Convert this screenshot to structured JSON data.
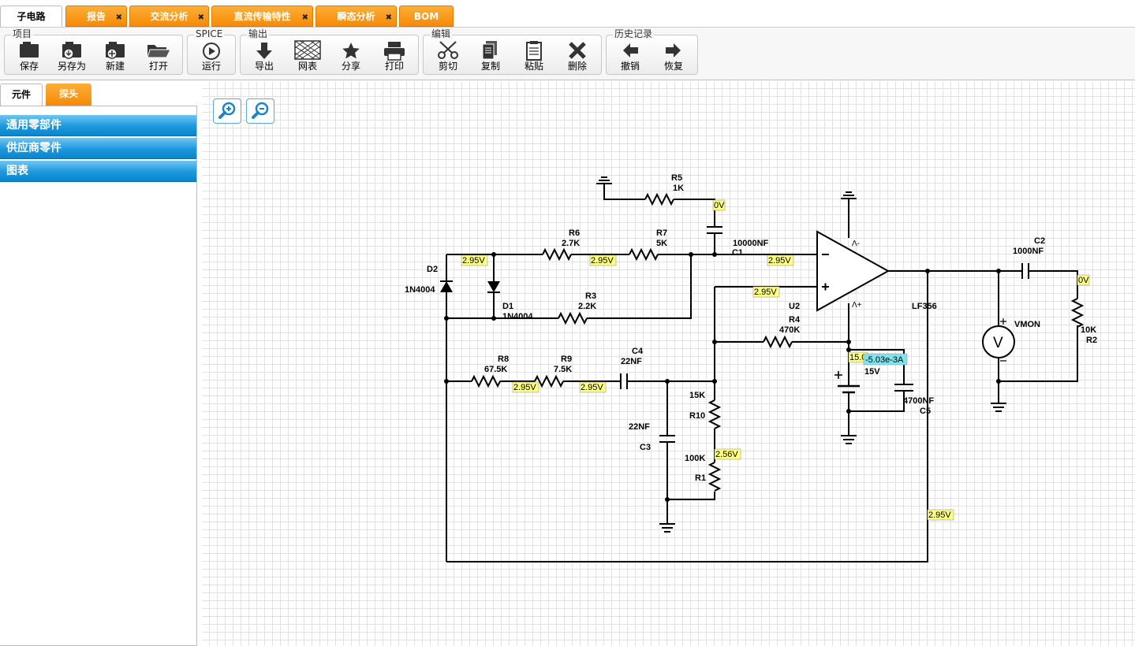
{
  "tabs": [
    {
      "label": "子电路",
      "active": true
    },
    {
      "label": "报告",
      "close": "✖"
    },
    {
      "label": "交流分析",
      "close": "✖"
    },
    {
      "label": "直流传输特性",
      "close": "✖"
    },
    {
      "label": "瞬态分析",
      "close": "✖"
    },
    {
      "label": "BOM"
    }
  ],
  "toolbar": {
    "groups": [
      {
        "title": "项目",
        "buttons": [
          "保存",
          "另存为",
          "新建",
          "打开"
        ]
      },
      {
        "title": "SPICE",
        "buttons": [
          "运行"
        ]
      },
      {
        "title": "输出",
        "buttons": [
          "导出",
          "网表",
          "分享",
          "打印"
        ]
      },
      {
        "title": "编辑",
        "buttons": [
          "剪切",
          "复制",
          "粘贴",
          "删除"
        ]
      },
      {
        "title": "历史记录",
        "buttons": [
          "撤销",
          "恢复"
        ]
      }
    ]
  },
  "sidebar": {
    "tabs": [
      "元件",
      "探头"
    ],
    "sections": [
      "通用零部件",
      "供应商零件",
      "图表"
    ]
  },
  "schematic": {
    "components": {
      "r5": {
        "name": "R5",
        "value": "1K"
      },
      "r6": {
        "name": "R6",
        "value": "2.7K"
      },
      "r7": {
        "name": "R7",
        "value": "5K"
      },
      "c1": {
        "name": "C1",
        "value": "10000NF"
      },
      "d2": {
        "name": "D2",
        "value": "1N4004"
      },
      "d1": {
        "name": "D1",
        "value": "1N4004"
      },
      "r3": {
        "name": "R3",
        "value": "2.2K"
      },
      "u2": {
        "name": "U2",
        "value": "LF356"
      },
      "r4": {
        "name": "R4",
        "value": "470K"
      },
      "r8": {
        "name": "R8",
        "value": "67.5K"
      },
      "r9": {
        "name": "R9",
        "value": "7.5K"
      },
      "c4": {
        "name": "C4",
        "value": "22NF"
      },
      "r10": {
        "name": "R10",
        "value": "15K"
      },
      "c3": {
        "name": "C3",
        "value": "22NF"
      },
      "r1": {
        "name": "R1",
        "value": "100K"
      },
      "c5": {
        "name": "C5",
        "value": "4700NF"
      },
      "vsrc": {
        "value": "15V"
      },
      "c2": {
        "name": "C2",
        "value": "1000NF"
      },
      "r2": {
        "name": "R2",
        "value": "10K"
      },
      "vmon": {
        "name": "VMON",
        "symbol": "V"
      },
      "opamp_pins": {
        "minus": "Λ-",
        "plus": "Λ+"
      }
    },
    "probes": {
      "p1": "0V",
      "p2": "2.95V",
      "p3": "2.95V",
      "p4": "2.95V",
      "p5": "2.95V",
      "p6": "0V",
      "p7": "15.0",
      "p8": "2.95V",
      "p9": "2.95V",
      "p10": "2.56V",
      "p11": "2.95V",
      "current": "-5.03e-3A"
    }
  }
}
